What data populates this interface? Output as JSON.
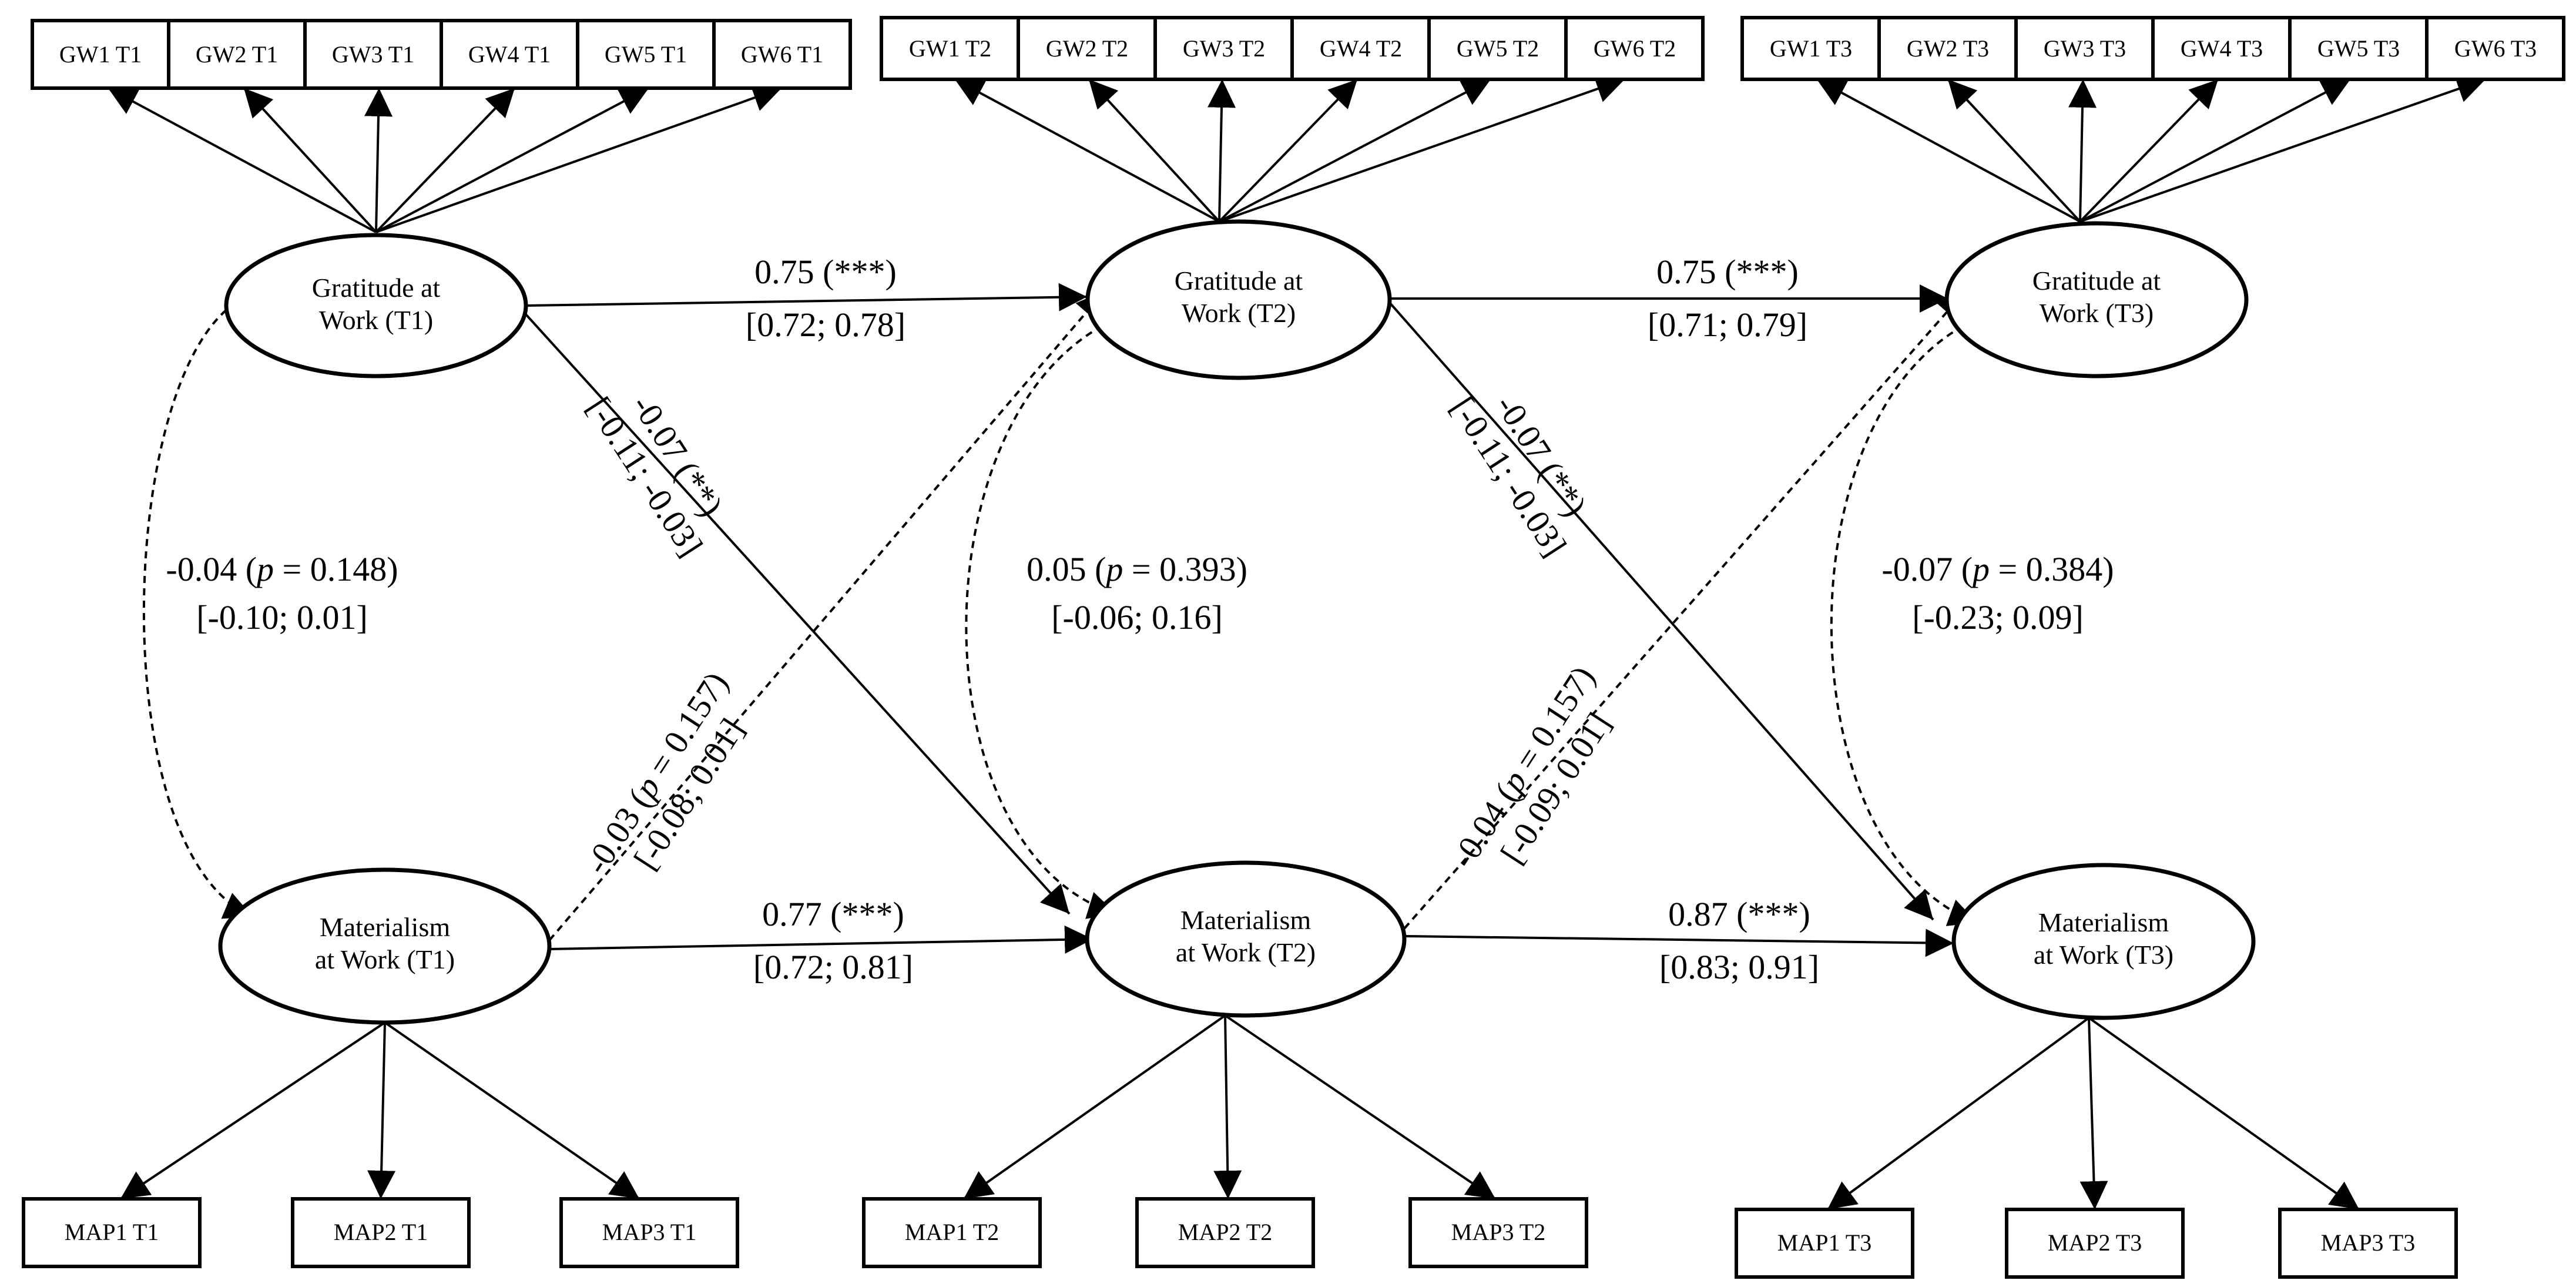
{
  "latents": {
    "gw_t1": [
      "Gratitude at",
      "Work (T1)"
    ],
    "gw_t2": [
      "Gratitude at",
      "Work (T2)"
    ],
    "gw_t3": [
      "Gratitude at",
      "Work (T3)"
    ],
    "ma_t1": [
      "Materialism",
      "at Work (T1)"
    ],
    "ma_t2": [
      "Materialism",
      "at Work (T2)"
    ],
    "ma_t3": [
      "Materialism",
      "at Work (T3)"
    ]
  },
  "indicators": {
    "gw_t1": [
      "GW1 T1",
      "GW2 T1",
      "GW3 T1",
      "GW4 T1",
      "GW5 T1",
      "GW6 T1"
    ],
    "gw_t2": [
      "GW1 T2",
      "GW2 T2",
      "GW3 T2",
      "GW4 T2",
      "GW5 T2",
      "GW6 T2"
    ],
    "gw_t3": [
      "GW1 T3",
      "GW2 T3",
      "GW3 T3",
      "GW4 T3",
      "GW5 T3",
      "GW6 T3"
    ],
    "ma_t1": [
      "MAP1 T1",
      "MAP2 T1",
      "MAP3 T1"
    ],
    "ma_t2": [
      "MAP1 T2",
      "MAP2 T2",
      "MAP3 T2"
    ],
    "ma_t3": [
      "MAP1 T3",
      "MAP2 T3",
      "MAP3 T3"
    ]
  },
  "paths": {
    "gw12": {
      "est": "0.75 (***)",
      "ci": "[0.72; 0.78]"
    },
    "gw23": {
      "est": "0.75 (***)",
      "ci": "[0.71; 0.79]"
    },
    "ma12": {
      "est": "0.77 (***)",
      "ci": "[0.72; 0.81]"
    },
    "ma23": {
      "est": "0.87 (***)",
      "ci": "[0.83; 0.91]"
    },
    "gw1_ma2": {
      "est": "-0.07 (**)",
      "ci": "[-0.11; -0.03]"
    },
    "gw2_ma3": {
      "est": "-0.07 (**)",
      "ci": "[-0.11; -0.03]"
    },
    "ma1_gw2": {
      "pre": "-0.03 (",
      "p": "p",
      "post": " = 0.157)",
      "ci": "[-0.08; 0.01]"
    },
    "ma2_gw3": {
      "pre": "-0.04 (",
      "p": "p",
      "post": " = 0.157)",
      "ci": "[-0.09; 0.01]"
    }
  },
  "correlations": {
    "t1": {
      "pre": "-0.04 (",
      "p": "p",
      "post": " = 0.148)",
      "ci": "[-0.10; 0.01]"
    },
    "t2": {
      "pre": "0.05 (",
      "p": "p",
      "post": " = 0.393)",
      "ci": "[-0.06; 0.16]"
    },
    "t3": {
      "pre": "-0.07 (",
      "p": "p",
      "post": " = 0.384)",
      "ci": "[-0.23; 0.09]"
    }
  }
}
